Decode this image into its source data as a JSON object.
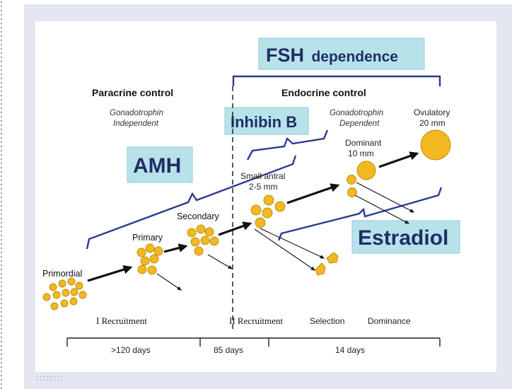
{
  "callouts": {
    "fsh": [
      "FSH",
      "dependence"
    ],
    "inhibin": "Inhibin B",
    "amh": "AMH",
    "estradiol": "Estradiol"
  },
  "control": {
    "paracrine": "Paracrine control",
    "endocrine": "Endocrine control",
    "independent": [
      "Gonadotrophin",
      "Independent"
    ],
    "dependent": [
      "Gonadotrophin",
      "Dependent"
    ]
  },
  "stages": {
    "primordial": "Primordial",
    "primary": "Primary",
    "secondary": "Secondary",
    "small_antral": [
      "Small antral",
      "2-5 mm"
    ],
    "dominant": [
      "Dominant",
      "10 mm"
    ],
    "ovulatory": [
      "Ovulatory",
      "20 mm"
    ]
  },
  "phases": {
    "recruitment_1": "I Recruitment",
    "recruitment_2": "II Recruitment",
    "selection": "Selection",
    "dominance": "Dominance"
  },
  "timeline": {
    "seg1": ">120 days",
    "seg2": "85 days",
    "seg3": "14 days"
  },
  "colors": {
    "follicle": "#f2b81f",
    "bracket": "#2c3a8f",
    "callout_bg": "#b8e2ea"
  }
}
